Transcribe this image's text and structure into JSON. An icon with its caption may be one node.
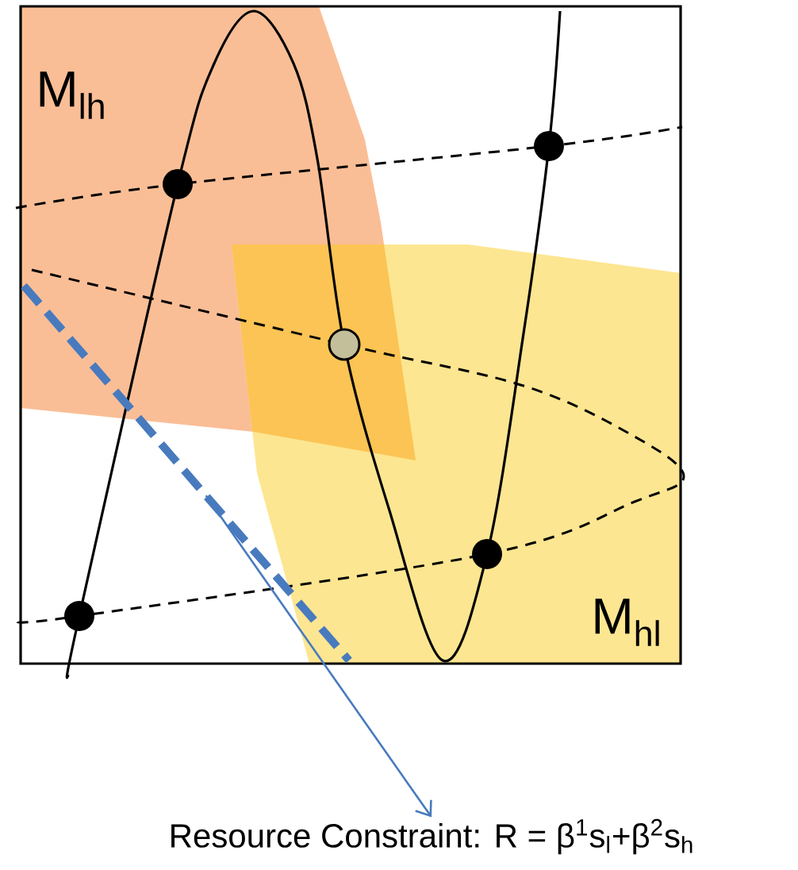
{
  "diagram": {
    "nodes": [
      {
        "text": [
          "Resource Constraint: R = β$^{1}$s$_{l}$+β$^{2}$s$_{h}$"
        ]
      },
      {
        "text": [],
        "shape": "line"
      }
    ],
    "edges": [
      {
        "from": 1,
        "to": 0,
        "arrow": "to"
      }
    ],
    "labels": [
      "M$_{lh}$",
      "M$_{hl}$"
    ]
  }
}
